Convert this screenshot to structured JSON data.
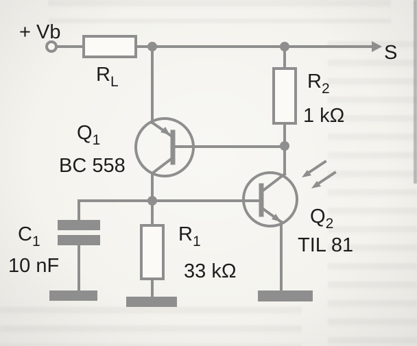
{
  "figure": {
    "type": "circuit-schematic"
  },
  "colors": {
    "wire": "#8e8e8e",
    "ink": "#1c1c1c",
    "paper": "#f4f3ee"
  },
  "terminals": {
    "supply": "+ Vb",
    "output": "S"
  },
  "components": {
    "rl": {
      "ref_sym": "R",
      "ref_sub": "L"
    },
    "r1": {
      "ref_sym": "R",
      "ref_sub": "1",
      "value": "33 kΩ"
    },
    "r2": {
      "ref_sym": "R",
      "ref_sub": "2",
      "value": "1 kΩ"
    },
    "c1": {
      "ref_sym": "C",
      "ref_sub": "1",
      "value": "10 nF"
    },
    "q1": {
      "ref_sym": "Q",
      "ref_sub": "1",
      "part": "BC 558"
    },
    "q2": {
      "ref_sym": "Q",
      "ref_sub": "2",
      "part": "TIL 81"
    }
  }
}
